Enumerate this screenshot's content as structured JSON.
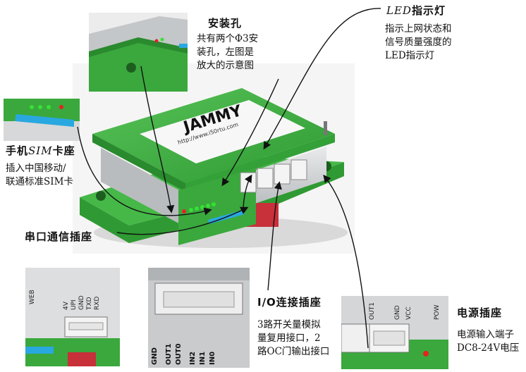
{
  "labels": {
    "mount_title": "安装孔",
    "mount_desc": [
      "共有两个Φ3安",
      "装孔，左图是",
      "放大的示意图"
    ],
    "led_title_latin": "LED",
    "led_title_cn": "指示灯",
    "led_desc": [
      "指示上网状态和",
      "信号质量强度的",
      "LED指示灯"
    ],
    "sim_title_a": "手机",
    "sim_title_latin": "SIM",
    "sim_title_b": "卡座",
    "sim_desc": [
      "插入中国移动/",
      "联通标准SIM卡"
    ],
    "serial_title": "串口通信插座",
    "io_title": "I/O连接插座",
    "io_desc": [
      "3路开关量模拟",
      "量复用接口，2",
      "路OC门输出接口"
    ],
    "power_title": "电源插座",
    "power_desc": [
      "电源输入端子",
      "DC8-24V电压"
    ]
  },
  "device": {
    "brand": "JAMMY",
    "url": "http://www.i50rtu.com"
  },
  "pins": {
    "serial_left": "WEB",
    "serial": [
      "4V",
      "UPI",
      "GND",
      "TXD",
      "RXD"
    ],
    "io": [
      "OUT1",
      "OUT0",
      "IN2",
      "IN1",
      "IN0"
    ],
    "power": [
      "OUT1",
      "GND",
      "VCC",
      "POW"
    ]
  },
  "colors": {
    "pcb_green": "#3fae3f",
    "pcb_green_dark": "#2a8a2e",
    "aluminium": "#cfd2d4",
    "led_green": "#37e037",
    "led_red": "#e52222",
    "sim_blue": "#29a8e0",
    "rail_red": "#c8303a"
  }
}
